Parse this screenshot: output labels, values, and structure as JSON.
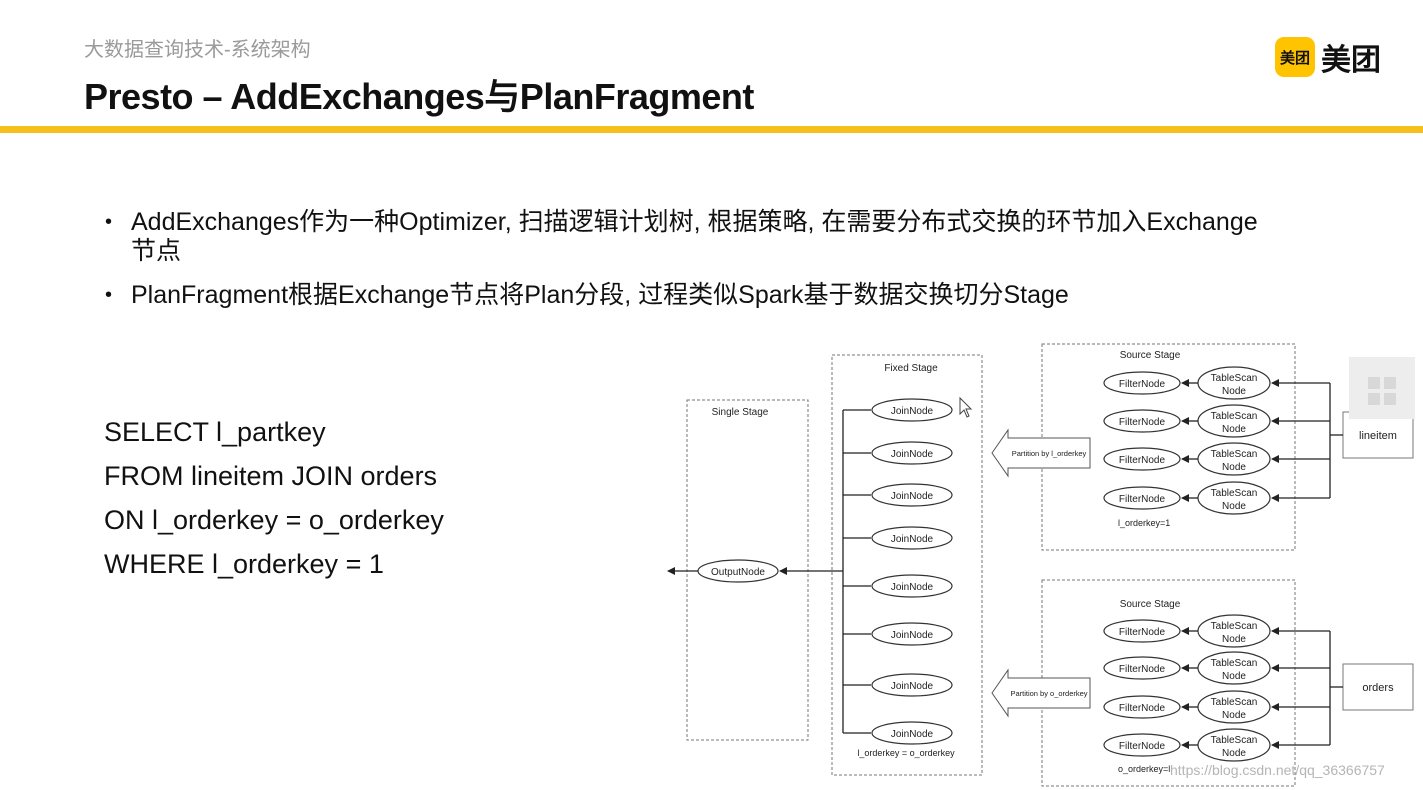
{
  "header": {
    "subtitle": "大数据查询技术-系统架构",
    "title": "Presto – AddExchanges与PlanFragment",
    "logo_badge": "美团",
    "logo_text": "美团",
    "accent_color": "#f5c01a"
  },
  "bullets": [
    "AddExchanges作为一种Optimizer, 扫描逻辑计划树, 根据策略, 在需要分布式交换的环节加入Exchange节点",
    "PlanFragment根据Exchange节点将Plan分段, 过程类似Spark基于数据交换切分Stage"
  ],
  "sql": [
    "SELECT l_partkey",
    "FROM lineitem JOIN orders",
    "ON l_orderkey = o_orderkey",
    "WHERE l_orderkey = 1"
  ],
  "diagram": {
    "single_stage": {
      "label": "Single Stage",
      "output_node": "OutputNode"
    },
    "fixed_stage": {
      "label": "Fixed Stage",
      "join_nodes": [
        "JoinNode",
        "JoinNode",
        "JoinNode",
        "JoinNode",
        "JoinNode",
        "JoinNode",
        "JoinNode",
        "JoinNode"
      ],
      "footnote": "l_orderkey = o_orderkey"
    },
    "source_stage_top": {
      "label": "Source Stage",
      "filter_nodes": [
        "FilterNode",
        "FilterNode",
        "FilterNode",
        "FilterNode"
      ],
      "scan_nodes": [
        [
          "TableScan",
          "Node"
        ],
        [
          "TableScan",
          "Node"
        ],
        [
          "TableScan",
          "Node"
        ],
        [
          "TableScan",
          "Node"
        ]
      ],
      "footnote": "l_orderkey=1",
      "partition_label": "Partition by l_orderkey",
      "table": "lineitem"
    },
    "source_stage_bottom": {
      "label": "Source Stage",
      "filter_nodes": [
        "FilterNode",
        "FilterNode",
        "FilterNode",
        "FilterNode"
      ],
      "scan_nodes": [
        [
          "TableScan",
          "Node"
        ],
        [
          "TableScan",
          "Node"
        ],
        [
          "TableScan",
          "Node"
        ],
        [
          "TableScan",
          "Node"
        ]
      ],
      "footnote": "o_orderkey=l",
      "partition_label": "Partition by o_orderkey",
      "table": "orders"
    }
  },
  "watermark": "https://blog.csdn.net/qq_36366757"
}
